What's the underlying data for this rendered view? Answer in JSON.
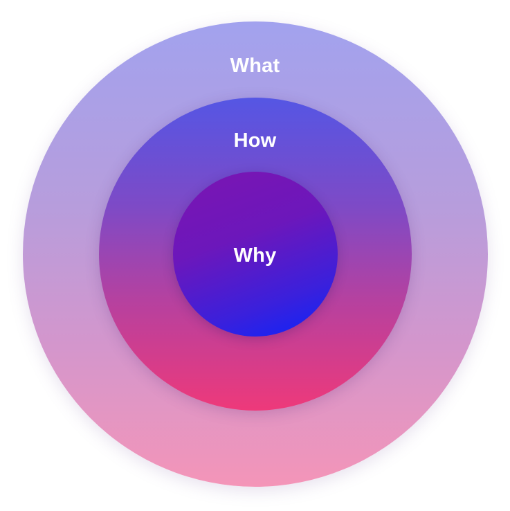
{
  "diagram": {
    "rings": [
      {
        "label": "What"
      },
      {
        "label": "How"
      },
      {
        "label": "Why"
      }
    ]
  },
  "colors": {
    "outer_top": "#a2a2ee",
    "outer_bottom": "#f495b8",
    "middle_top": "#5556e4",
    "middle_bottom": "#ee397a",
    "inner_top": "#7b15b2",
    "inner_bottom": "#0a25fd",
    "label": "#ffffff"
  }
}
